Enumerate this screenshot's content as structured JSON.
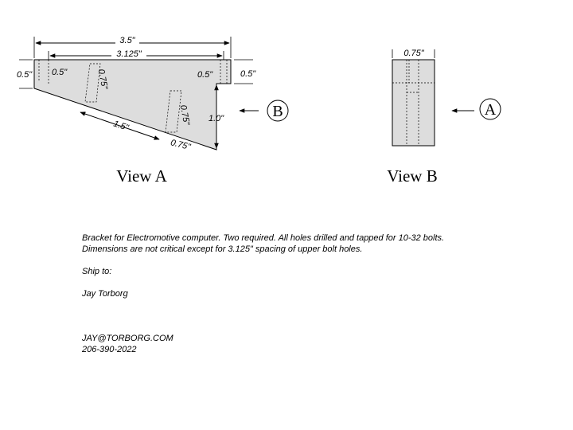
{
  "view_a": {
    "title": "View A",
    "dims": {
      "overall_width": "3.5\"",
      "hole_spacing": "3.125\"",
      "left_edge_height": "0.5\"",
      "left_hole_inset": "0.5\"",
      "right_hole_inset": "0.5\"",
      "right_edge_height": "0.5\"",
      "diagonal_hole_1": "0.75\"",
      "diagonal_hole_2": "0.75\"",
      "diagonal_length": "1.5\"",
      "diagonal_end": "0.75\"",
      "drop_height": "1.0\""
    },
    "view_marker": "B"
  },
  "view_b": {
    "title": "View B",
    "width_dim": "0.75\"",
    "view_marker": "A"
  },
  "colors": {
    "part_fill": "#dddddd",
    "line": "#000000"
  },
  "notes": {
    "description_line1": "Bracket for Electromotive computer. Two required. All holes drilled and tapped for 10-32 bolts.",
    "description_line2": "Dimensions are not critical except for 3.125\" spacing of upper bolt holes.",
    "ship_to_label": "Ship to:",
    "ship_to_name": "Jay Torborg",
    "email": "JAY@TORBORG.COM",
    "phone": "206-390-2022"
  }
}
